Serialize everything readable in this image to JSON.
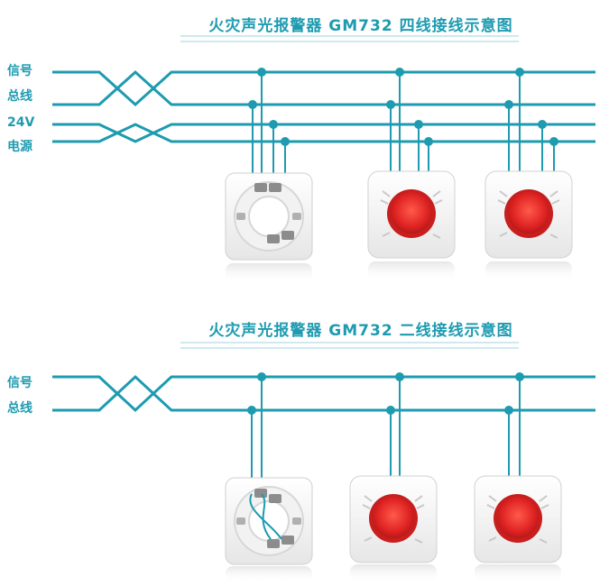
{
  "colors": {
    "wire": "#1e9bb0",
    "text": "#1e9bb0",
    "divider": "#9fd3dc",
    "alarm_red": "#e02424",
    "device_body": "#f5f5f5"
  },
  "diagram_four_wire": {
    "title": "火灾声光报警器 GM732 四线接线示意图",
    "bus_labels": [
      "信号",
      "总线",
      "24V",
      "电源"
    ],
    "devices": [
      "base-module",
      "alarm",
      "alarm"
    ]
  },
  "diagram_two_wire": {
    "title": "火灾声光报警器 GM732 二线接线示意图",
    "bus_labels": [
      "信号",
      "总线"
    ],
    "devices": [
      "base-module",
      "alarm",
      "alarm"
    ]
  }
}
